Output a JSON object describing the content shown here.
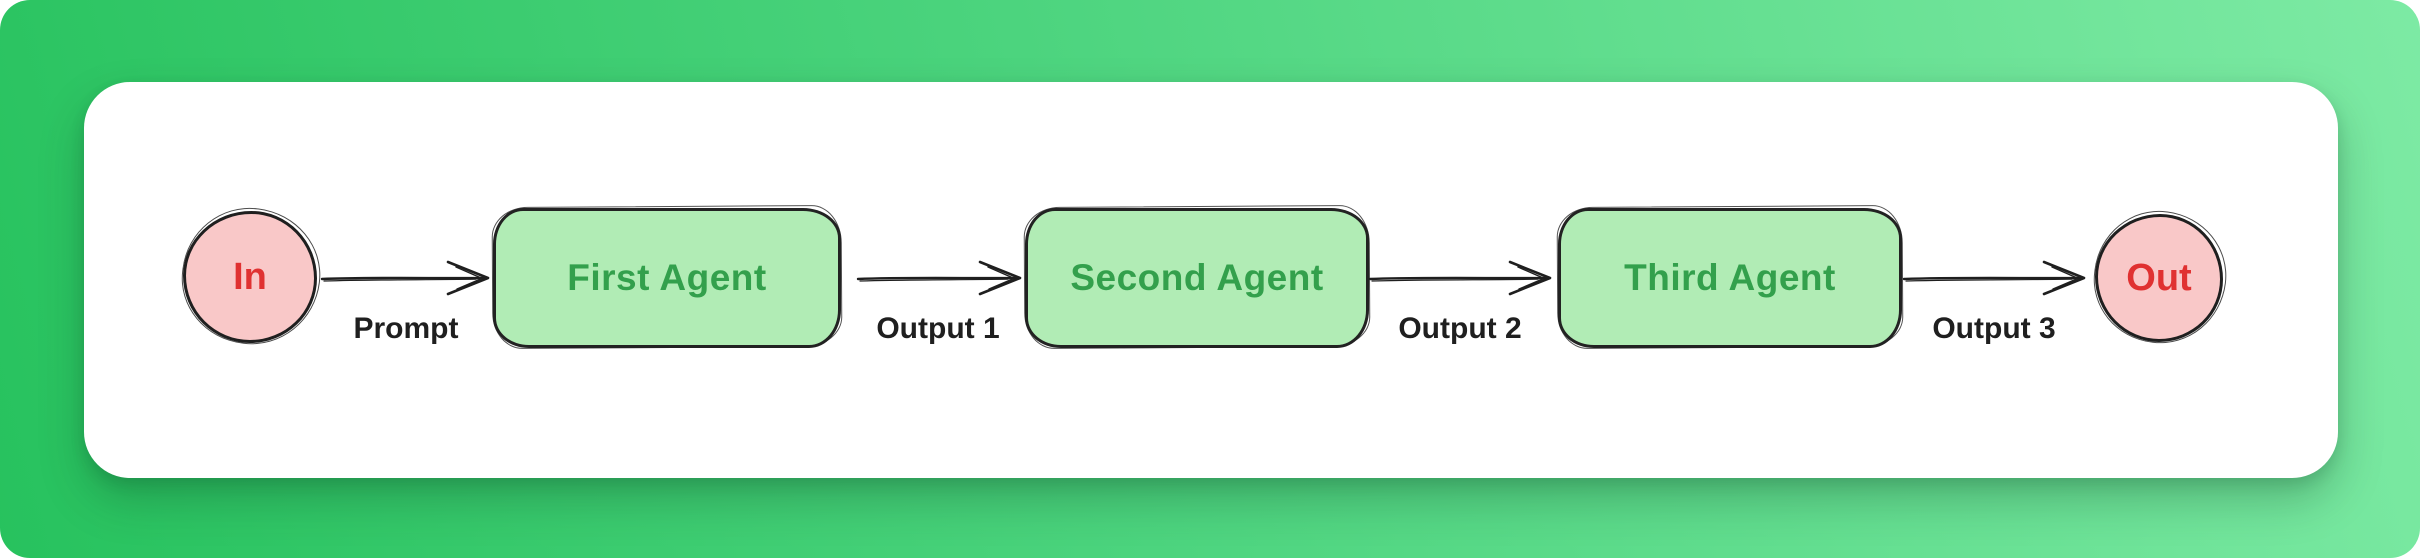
{
  "background": {
    "gradient_start": "#27c25e",
    "gradient_end": "#7deaa4",
    "card_color": "#ffffff"
  },
  "diagram": {
    "type": "flowchart",
    "style": "hand-drawn",
    "colors": {
      "agent_box_fill": "#b1ecb5",
      "agent_box_text": "#33a04c",
      "endpoint_fill": "#f9c8c8",
      "endpoint_text": "#e03131",
      "stroke": "#1f1f1f",
      "edge_label_text": "#1f1f1f"
    },
    "nodes": [
      {
        "id": "in",
        "shape": "circle",
        "label": "In"
      },
      {
        "id": "first-agent",
        "shape": "box",
        "label": "First Agent"
      },
      {
        "id": "second-agent",
        "shape": "box",
        "label": "Second Agent"
      },
      {
        "id": "third-agent",
        "shape": "box",
        "label": "Third Agent"
      },
      {
        "id": "out",
        "shape": "circle",
        "label": "Out"
      }
    ],
    "edges": [
      {
        "from": "in",
        "to": "first-agent",
        "label": "Prompt"
      },
      {
        "from": "first-agent",
        "to": "second-agent",
        "label": "Output 1"
      },
      {
        "from": "second-agent",
        "to": "third-agent",
        "label": "Output 2"
      },
      {
        "from": "third-agent",
        "to": "out",
        "label": "Output 3"
      }
    ]
  }
}
